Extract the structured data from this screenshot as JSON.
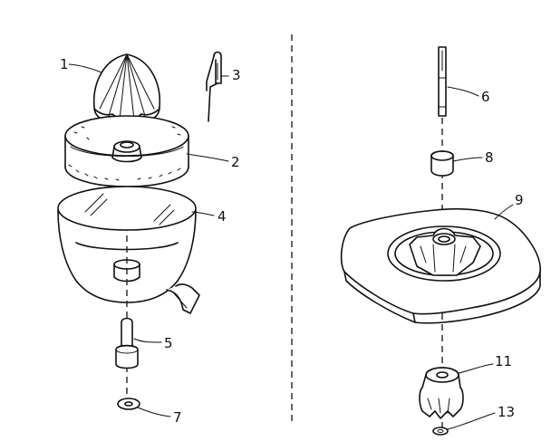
{
  "labels": {
    "p1": "1",
    "p2": "2",
    "p3": "3",
    "p4": "4",
    "p5": "5",
    "p6": "6",
    "p7": "7",
    "p8": "8",
    "p9": "9",
    "p11": "11",
    "p13": "13"
  }
}
